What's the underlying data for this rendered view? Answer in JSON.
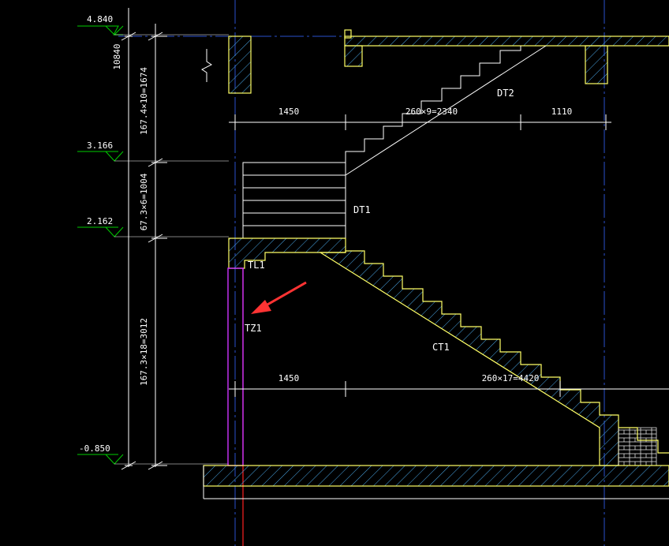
{
  "title": "",
  "elevations": [
    {
      "id": "e4840",
      "label": "4.840"
    },
    {
      "id": "e3166",
      "label": "3.166"
    },
    {
      "id": "e2162",
      "label": "2.162"
    },
    {
      "id": "e0850",
      "label": "-0.850"
    }
  ],
  "vertical_dims": {
    "total": "10840",
    "upper": "167.4×10=1674",
    "middle": "67.3×6=1004",
    "lower": "167.3×18=3012"
  },
  "horizontal_dims": {
    "top_left": "1450",
    "top_mid": "260×9=2340",
    "top_right": "1110",
    "bottom_left": "1450",
    "bottom_mid": "260×17=4420"
  },
  "element_labels": {
    "dt2": "DT2",
    "dt1": "DT1",
    "tl1": "TL1",
    "tz1": "TZ1",
    "ct1": "CT1"
  },
  "colors": {
    "background": "#000000",
    "dim_line": "#ffffff",
    "elevation_marker": "#00cc00",
    "structure": "#ffff66",
    "hatch": "#66ccff",
    "column": "#cc33ff",
    "axis_line": "#3366ff",
    "red_line": "#ff2222",
    "arrow": "#ff3333"
  }
}
